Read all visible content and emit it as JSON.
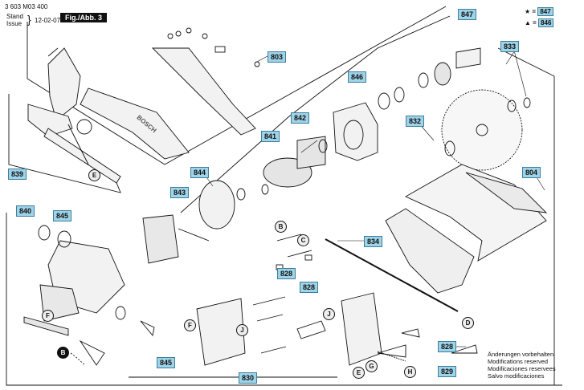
{
  "header": {
    "doc_number": "3 603 M03 400",
    "stand_label": "Stand",
    "issue_label": "Issue",
    "date": "12-02-07",
    "figure_label": "Fig./Abb. 3"
  },
  "legend": {
    "star_symbol": "★",
    "triangle_symbol": "▲",
    "equals": "=",
    "star_ref": "847",
    "triangle_ref": "846"
  },
  "callouts": {
    "c803": "803",
    "c833": "833",
    "c846": "846",
    "c847": "847",
    "c842": "842",
    "c841": "841",
    "c832": "832",
    "c804": "804",
    "c839": "839",
    "c844": "844",
    "c843": "843",
    "c840": "840",
    "c845a": "845",
    "c845b": "845",
    "c834": "834",
    "c828a": "828",
    "c828b": "828",
    "c828c": "828",
    "c829": "829",
    "c830": "830"
  },
  "letter_markers": {
    "E1": "E",
    "F1": "F",
    "B1": "B",
    "F2": "F",
    "J1": "J",
    "J2": "J",
    "B2": "B",
    "C1": "C",
    "D1": "D",
    "E2": "E",
    "G1": "G",
    "H1": "H"
  },
  "notes": [
    "Änderungen vorbehalten",
    "Modifications reserved",
    "Modificaciones reservees",
    "Salvo modificaciones"
  ],
  "logo_text": "BOSCH",
  "colors": {
    "callout_fill": "#9fd3e8",
    "callout_border": "#3b7f9e",
    "line": "#111111"
  }
}
